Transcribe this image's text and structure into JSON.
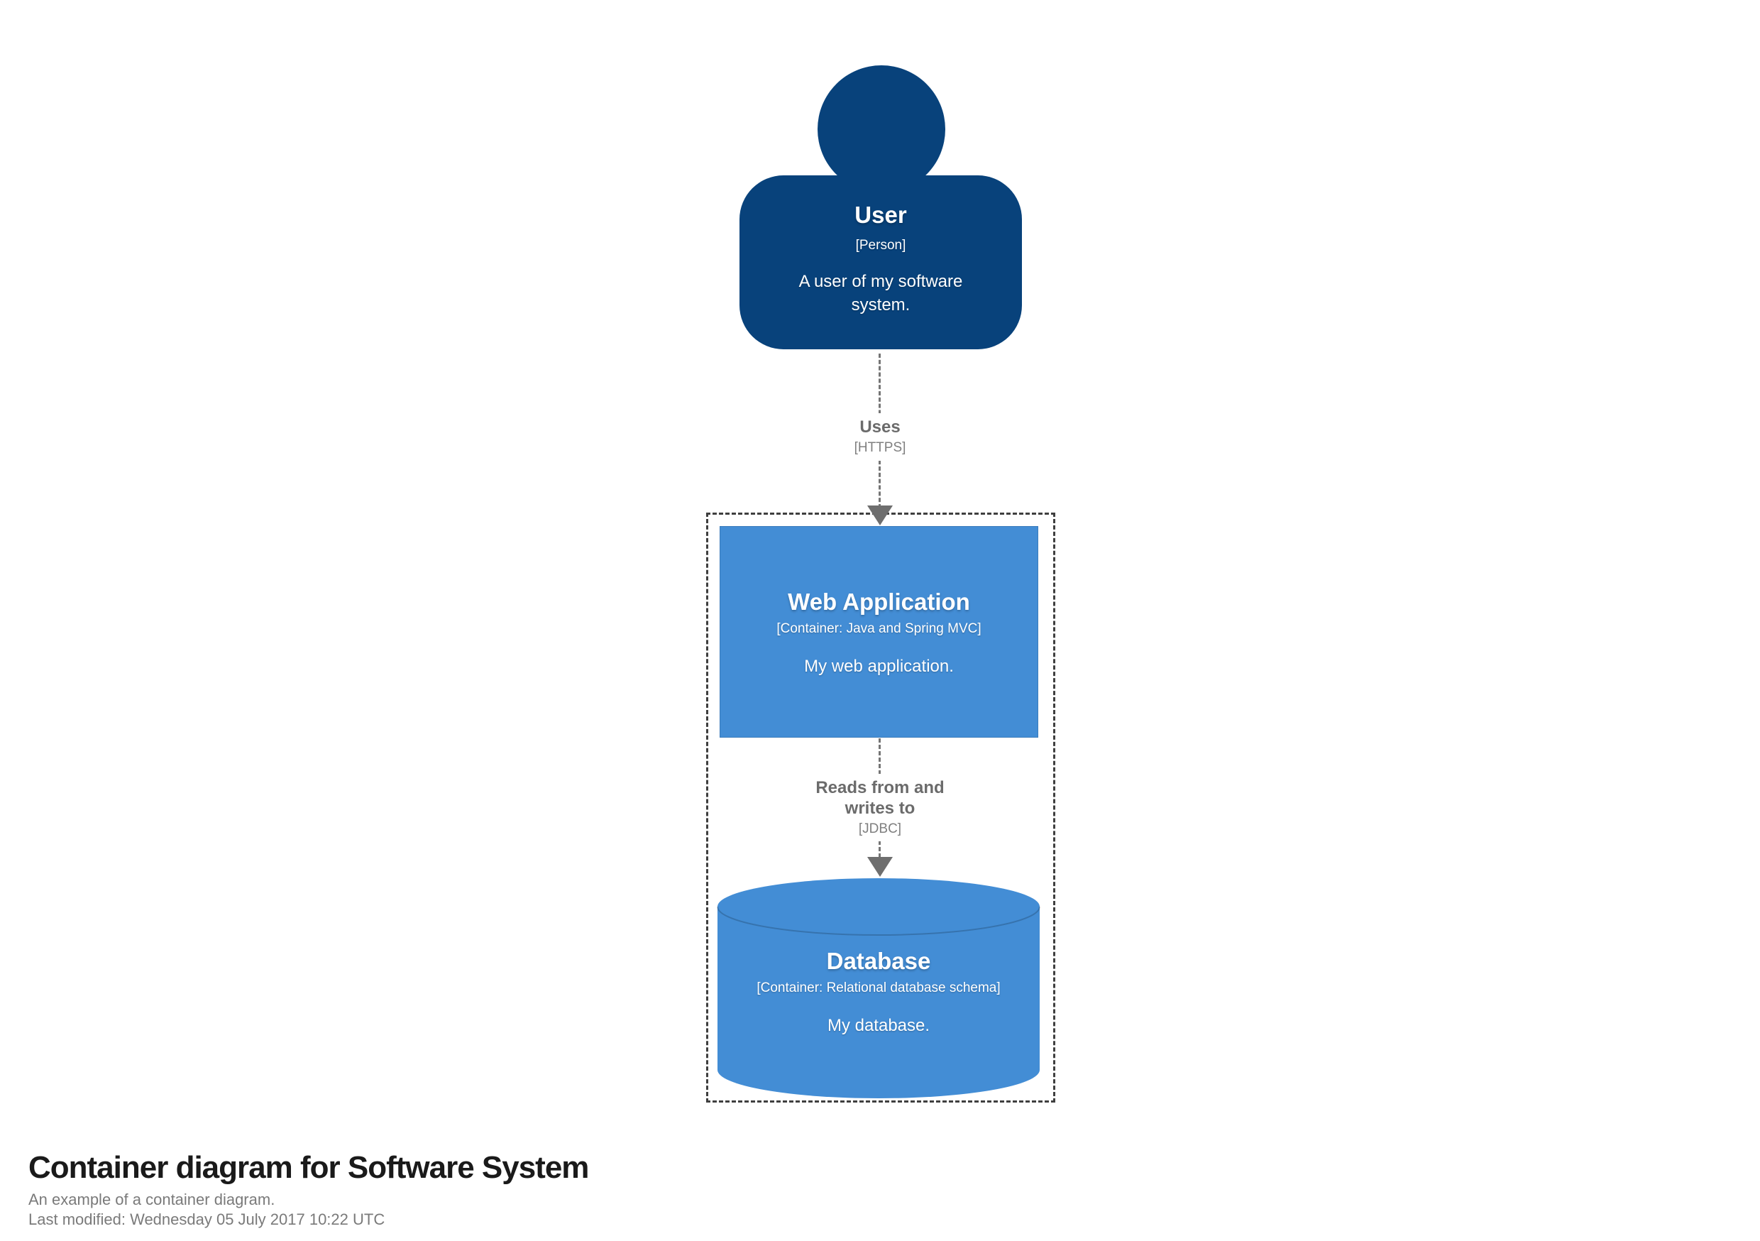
{
  "diagram": {
    "nodes": {
      "user": {
        "name": "User",
        "meta": "[Person]",
        "description": "A user of my software system."
      },
      "webapp": {
        "name": "Web Application",
        "meta": "[Container: Java and Spring MVC]",
        "description": "My web application."
      },
      "database": {
        "name": "Database",
        "meta": "[Container: Relational database schema]",
        "description": "My database."
      }
    },
    "relationships": [
      {
        "name": "Uses",
        "tech": "[HTTPS]"
      },
      {
        "name": "Reads from and writes to",
        "tech": "[JDBC]"
      }
    ]
  },
  "footer": {
    "title": "Container diagram for Software System",
    "subtitle": "An example of a container diagram.",
    "last_modified": "Last modified: Wednesday 05 July 2017 10:22 UTC"
  },
  "colors": {
    "person_fill": "#08427B",
    "container_fill": "#438DD5",
    "node_text": "#FFFFFF",
    "relationship_text": "#6B6B6B",
    "relationship_line": "#757575",
    "boundary_line": "#3F3F3F",
    "title_text": "#1A1A1A",
    "subtitle_text": "#7A7A7A",
    "background": "#FFFFFF"
  }
}
